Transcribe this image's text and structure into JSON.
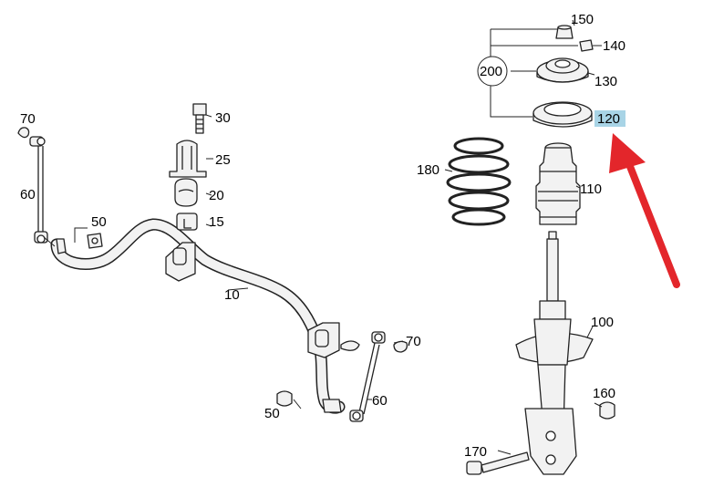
{
  "labels": {
    "l10": "10",
    "l15": "15",
    "l20": "20",
    "l25": "25",
    "l30": "30",
    "l50a": "50",
    "l50b": "50",
    "l60a": "60",
    "l60b": "60",
    "l70a": "70",
    "l70b": "70",
    "l100": "100",
    "l110": "110",
    "l120": "120",
    "l130": "130",
    "l140": "140",
    "l150": "150",
    "l160": "160",
    "l170": "170",
    "l180": "180",
    "l200": "200"
  },
  "colors": {
    "line": "#222222",
    "part_fill": "#f2f2f2",
    "highlight": "#a8d4e6",
    "arrow": "#e3262b"
  }
}
